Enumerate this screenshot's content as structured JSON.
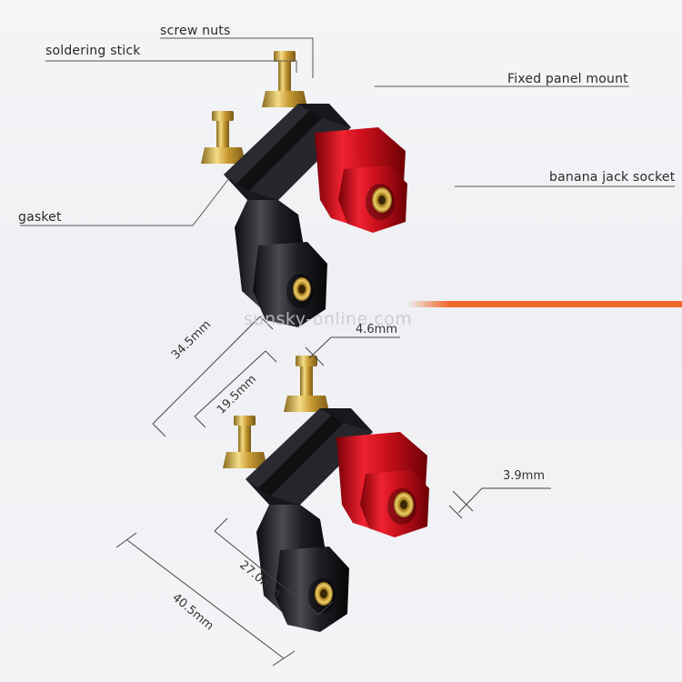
{
  "labels": {
    "screw_nuts": "screw nuts",
    "soldering_stick": "soldering stick",
    "fixed_panel_mount": "Fixed panel mount",
    "banana_jack_socket": "banana jack socket",
    "gasket": "gasket"
  },
  "dimensions": {
    "d_34_5": "34.5mm",
    "d_19_5": "19.5mm",
    "d_4_6": "4.6mm",
    "d_3_9": "3.9mm",
    "d_27_0": "27.0mm",
    "d_40_5": "40.5mm"
  },
  "watermark": "sunsky-online.com",
  "colors": {
    "accent_stripe": "#f0692a",
    "red_cap": "#d8101c",
    "black_cap": "#1c1c20",
    "gold": "#d9b24a"
  }
}
